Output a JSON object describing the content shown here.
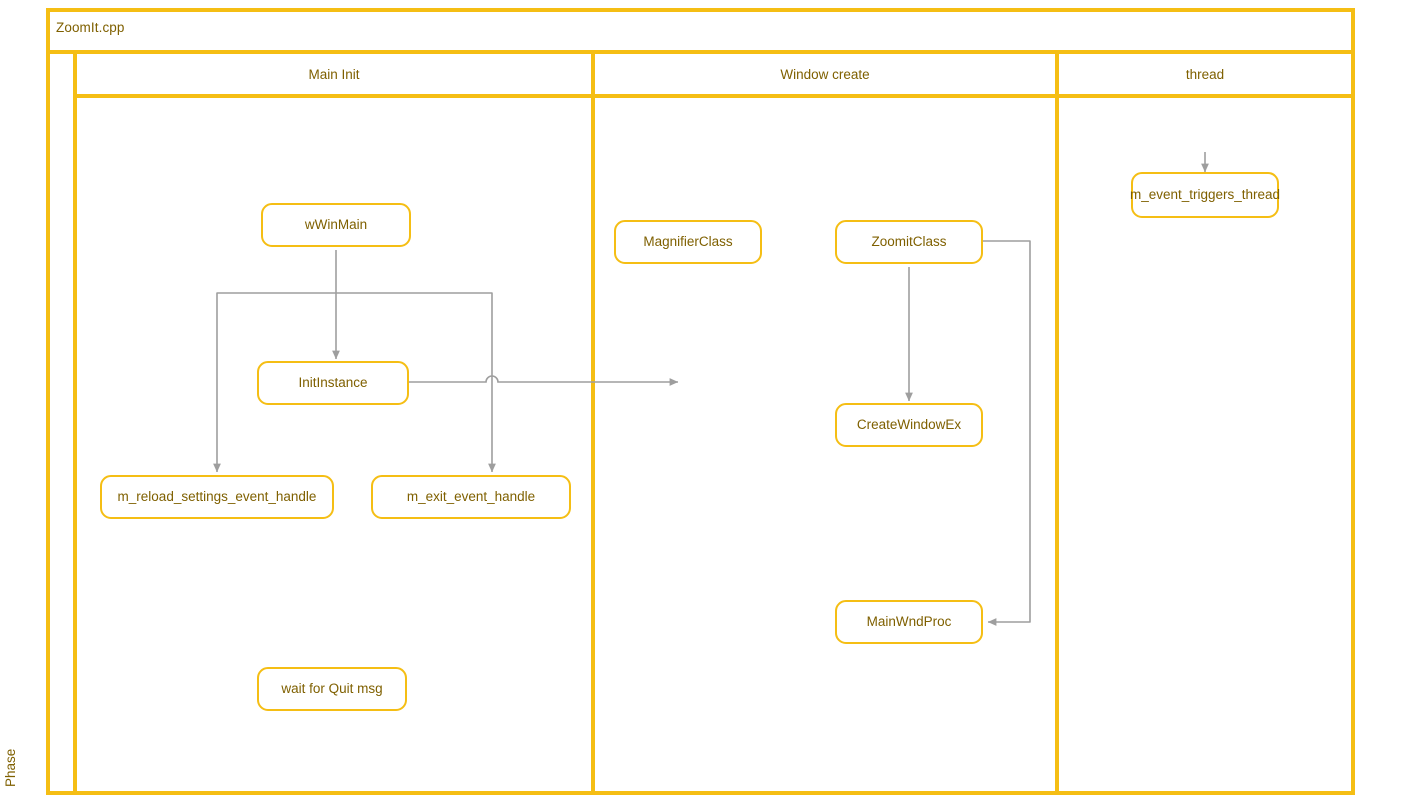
{
  "diagram": {
    "pool_title": "ZoomIt.cpp",
    "phase_label": "Phase",
    "accent_color": "#F5BE14",
    "text_color": "#7F6000",
    "connector_color": "#9E9E9E",
    "lanes": [
      {
        "id": "main-init",
        "label": "Main Init"
      },
      {
        "id": "window-create",
        "label": "Window create"
      },
      {
        "id": "thread",
        "label": "thread"
      }
    ],
    "nodes": [
      {
        "id": "wwinmain",
        "label": "wWinMain",
        "lane": "main-init"
      },
      {
        "id": "initinstance",
        "label": "InitInstance",
        "lane": "main-init"
      },
      {
        "id": "reload-settings",
        "label": "m_reload_settings_event_handle",
        "lane": "main-init"
      },
      {
        "id": "exit-handle",
        "label": "m_exit_event_handle",
        "lane": "main-init"
      },
      {
        "id": "wait-quit",
        "label": "wait for Quit msg",
        "lane": "main-init"
      },
      {
        "id": "magnifierclass",
        "label": "MagnifierClass",
        "lane": "window-create"
      },
      {
        "id": "zoomitclass",
        "label": "ZoomitClass",
        "lane": "window-create"
      },
      {
        "id": "createwindowex",
        "label": "CreateWindowEx",
        "lane": "window-create"
      },
      {
        "id": "mainwndproc",
        "label": "MainWndProc",
        "lane": "window-create"
      },
      {
        "id": "event-triggers-thread",
        "label": "m_event_triggers_thread",
        "lane": "thread"
      }
    ],
    "edges": [
      {
        "id": "wwinmain-to-initinstance",
        "from": "wwinmain",
        "to": "initinstance"
      },
      {
        "id": "wwinmain-to-reload-settings",
        "from": "wwinmain",
        "to": "reload-settings"
      },
      {
        "id": "wwinmain-to-exit-handle",
        "from": "wwinmain",
        "to": "exit-handle"
      },
      {
        "id": "initinstance-to-right",
        "from": "initinstance",
        "to": ""
      },
      {
        "id": "zoomitclass-to-createwindowex",
        "from": "zoomitclass",
        "to": "createwindowex"
      },
      {
        "id": "zoomitclass-to-mainwndproc",
        "from": "zoomitclass",
        "to": "mainwndproc"
      },
      {
        "id": "into-event-triggers-thread",
        "from": "",
        "to": "event-triggers-thread"
      }
    ]
  }
}
